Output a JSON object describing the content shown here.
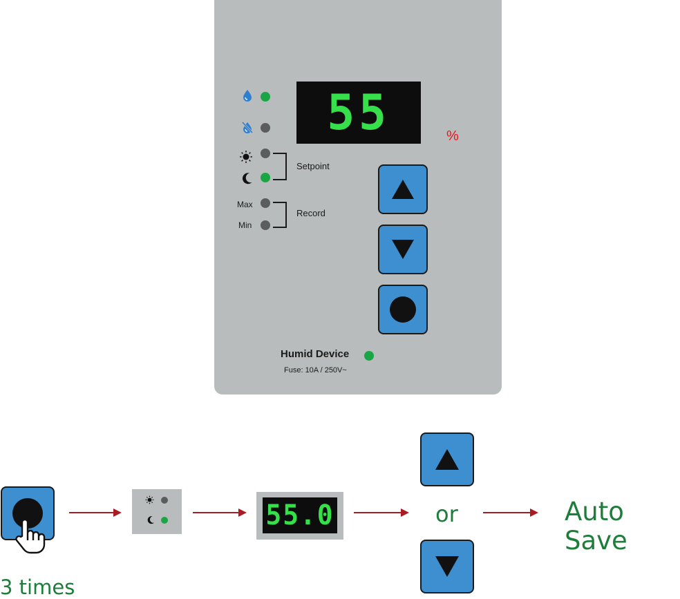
{
  "panel": {
    "display_value": "55",
    "unit": "%",
    "groups": {
      "setpoint_label": "Setpoint",
      "record_label": "Record",
      "max_label": "Max",
      "min_label": "Min"
    },
    "device_label": "Humid Device",
    "fuse_label": "Fuse: 10A / 250V~",
    "indicators": [
      {
        "name": "humidify",
        "icon": "water-drop-icon",
        "state": "on"
      },
      {
        "name": "dehumidify",
        "icon": "no-drop-icon",
        "state": "off"
      },
      {
        "name": "day",
        "icon": "sun-icon",
        "state": "off"
      },
      {
        "name": "night",
        "icon": "moon-icon",
        "state": "on"
      },
      {
        "name": "max",
        "state": "off"
      },
      {
        "name": "min",
        "state": "off"
      }
    ],
    "buttons": [
      "up-button",
      "down-button",
      "set-button"
    ]
  },
  "flow": {
    "step1_caption": "3 times",
    "step3_display": "55.0",
    "or_label": "or",
    "result_label": "Auto Save"
  },
  "colors": {
    "panel": "#b9bcbc",
    "button": "#3d8fd0",
    "led_on": "#1aa645",
    "led_off": "#5b5c5e",
    "segment": "#35e04a",
    "unit": "#e8141c",
    "arrow": "#a81b22",
    "flow_text": "#1e7d3b"
  }
}
